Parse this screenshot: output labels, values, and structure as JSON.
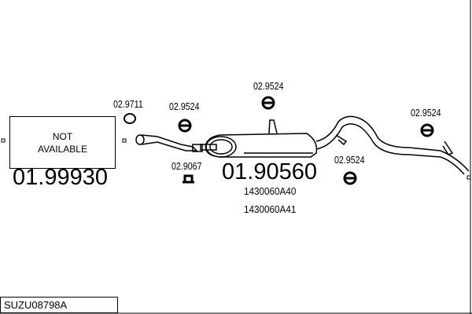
{
  "not_available": {
    "line1": "NOT",
    "line2": "AVAILABLE"
  },
  "parts": {
    "front_pipe": "01.99930",
    "rear_silencer": "01.90560",
    "oem1": "1430060A40",
    "oem2": "1430060A41",
    "gasket": "02.9711",
    "clamp": "02.9067",
    "rubber1": "02.9524",
    "rubber2": "02.9524",
    "rubber3": "02.9524",
    "rubber4": "02.9524"
  },
  "diagram_code": "SUZU08798A"
}
